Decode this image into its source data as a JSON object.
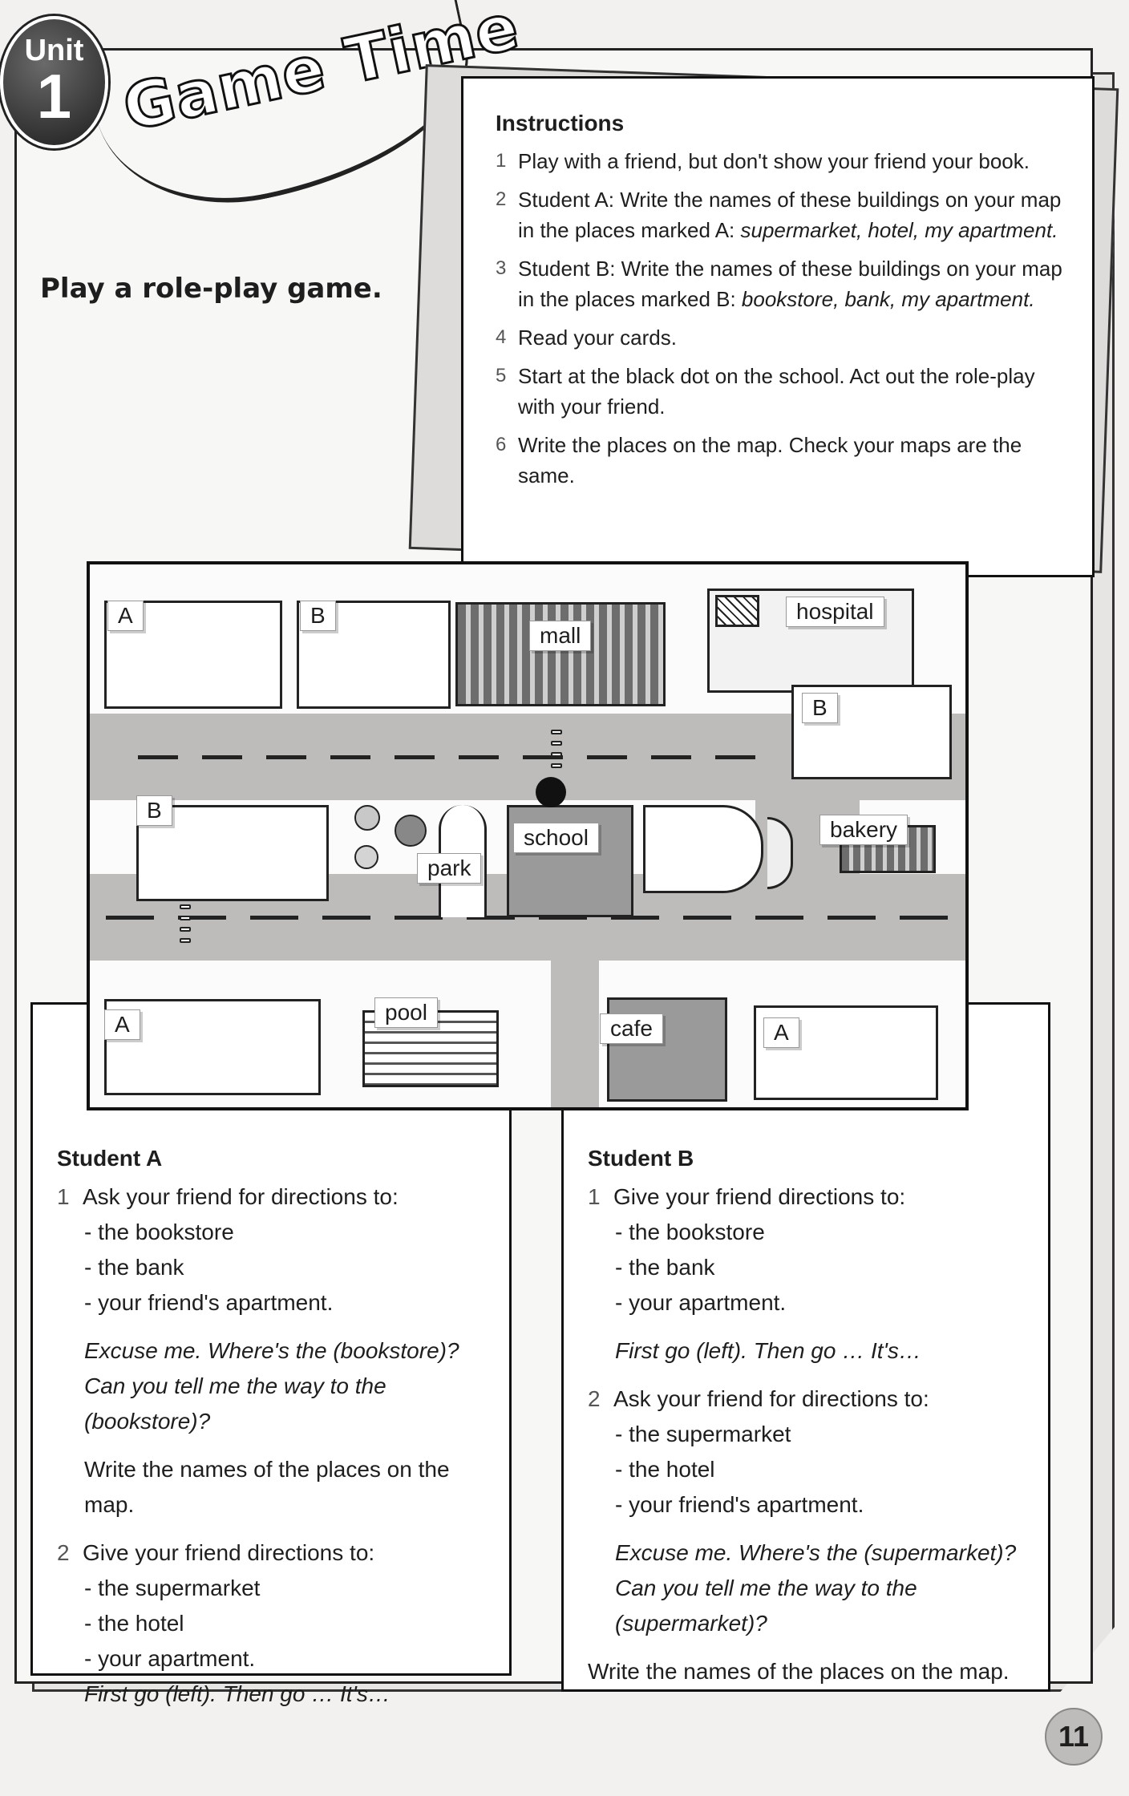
{
  "unit": {
    "label": "Unit",
    "number": "1"
  },
  "title": "Game Time",
  "subtitle": "Play a role-play game.",
  "instructions": {
    "heading": "Instructions",
    "items": [
      {
        "num": "1",
        "text": "Play with a friend, but don't show your friend your book."
      },
      {
        "num": "2",
        "text": "Student A: Write the names of these buildings on your map in the places marked A: ",
        "italic": "supermarket, hotel, my apartment."
      },
      {
        "num": "3",
        "text": "Student B: Write the names of these buildings on your map in the places marked B: ",
        "italic": "bookstore, bank, my apartment."
      },
      {
        "num": "4",
        "text": "Read your cards."
      },
      {
        "num": "5",
        "text": "Start at the black dot on the school. Act out the role-play with your friend."
      },
      {
        "num": "6",
        "text": "Write the places on the map. Check your maps are the same."
      }
    ]
  },
  "map": {
    "labels": {
      "mall": "mall",
      "hospital": "hospital",
      "school": "school",
      "park": "park",
      "bakery": "bakery",
      "pool": "pool",
      "cafe": "cafe"
    },
    "lots": {
      "a1": "A",
      "b1": "B",
      "b2": "B",
      "b3": "B",
      "a2": "A",
      "a3": "A"
    }
  },
  "student_a": {
    "title": "Student A",
    "n1": "1",
    "q1": "Ask your friend for directions to:",
    "q1_items": [
      "- the bookstore",
      "- the bank",
      "- your friend's apartment."
    ],
    "q1_example_1": "Excuse me. Where's the (bookstore)?",
    "q1_example_2": "Can you tell me the way to the (bookstore)?",
    "write": "Write the names of the places on the map.",
    "n2": "2",
    "q2": "Give your friend directions to:",
    "q2_items": [
      "- the supermarket",
      "- the hotel",
      "- your apartment."
    ],
    "q2_example": "First go (left). Then go …  It's…"
  },
  "student_b": {
    "title": "Student B",
    "n1": "1",
    "q1": "Give your friend directions to:",
    "q1_items": [
      "- the bookstore",
      "- the bank",
      "- your apartment."
    ],
    "q1_example": "First go (left). Then go …  It's…",
    "n2": "2",
    "q2": "Ask your friend for directions to:",
    "q2_items": [
      "- the supermarket",
      "- the hotel",
      "- your friend's apartment."
    ],
    "q2_example_1": "Excuse me. Where's the (supermarket)?",
    "q2_example_2": "Can you tell me the way to the (supermarket)?",
    "write": "Write the names of the places on the map."
  },
  "page_number": "11"
}
